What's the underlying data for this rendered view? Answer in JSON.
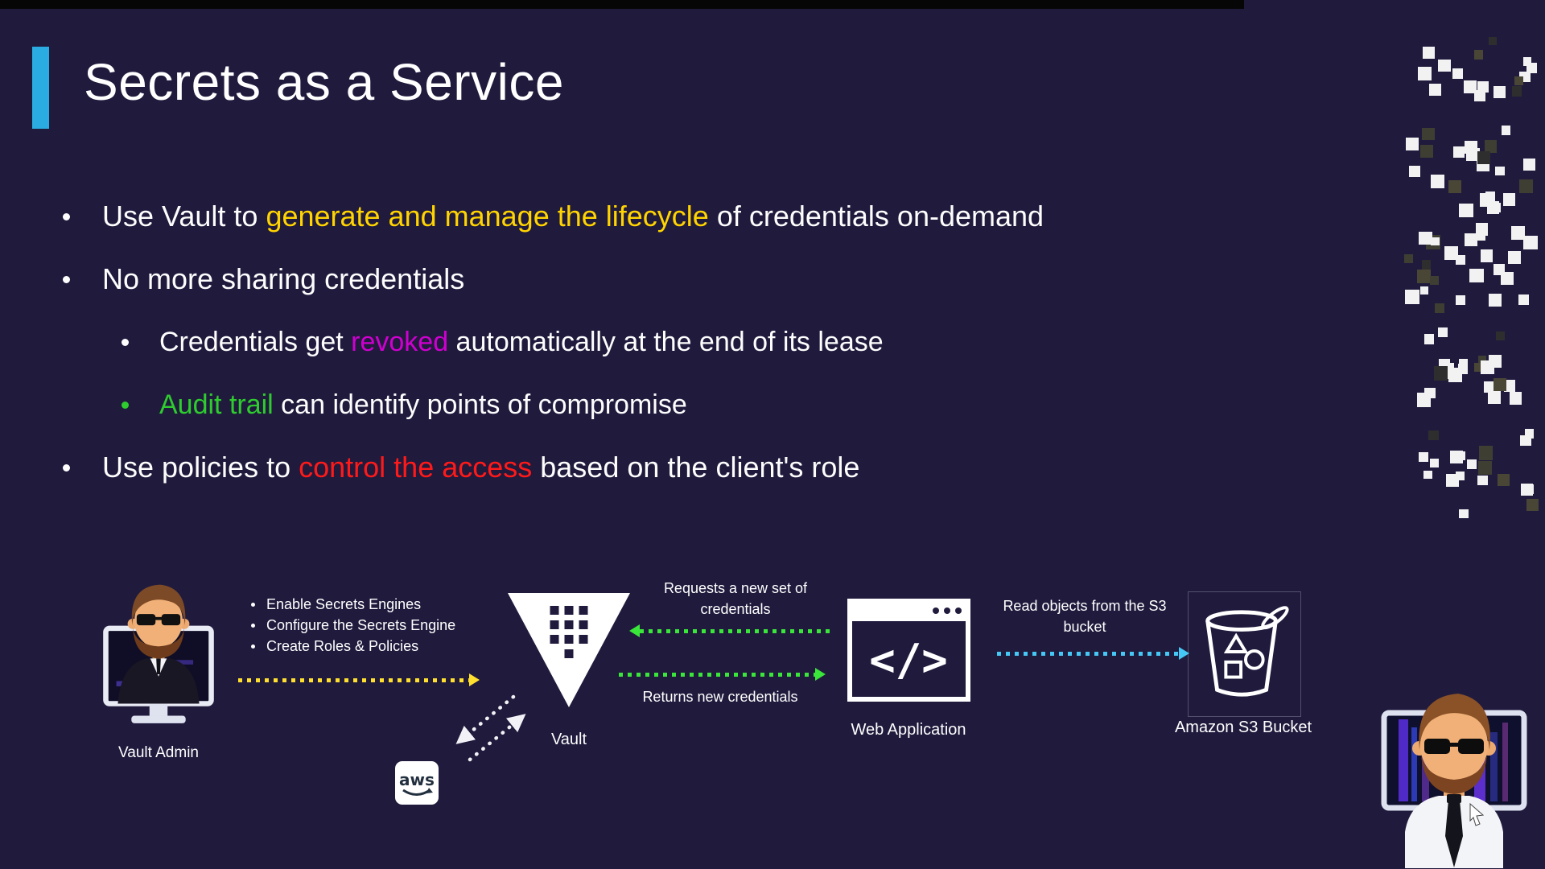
{
  "slide": {
    "title": "Secrets as a Service",
    "bullets": [
      {
        "level": 1,
        "marker_color": "#ffffff",
        "segments": [
          {
            "text": "Use Vault to "
          },
          {
            "text": "generate and manage the lifecycle",
            "color": "#ffd400"
          },
          {
            "text": " of credentials on-demand"
          }
        ]
      },
      {
        "level": 1,
        "marker_color": "#ffffff",
        "segments": [
          {
            "text": "No more sharing credentials"
          }
        ]
      },
      {
        "level": 2,
        "marker_color": "#ffffff",
        "segments": [
          {
            "text": "Credentials get "
          },
          {
            "text": "revoked",
            "color": "#cf00cf"
          },
          {
            "text": " automatically at the end of its lease"
          }
        ]
      },
      {
        "level": 2,
        "marker_color": "#2ecc2e",
        "segments": [
          {
            "text": "Audit trail",
            "color": "#2ecc2e"
          },
          {
            "text": " can identify points of compromise"
          }
        ]
      },
      {
        "level": 1,
        "marker_color": "#ffffff",
        "segments": [
          {
            "text": "Use policies to "
          },
          {
            "text": "control the access",
            "color": "#ff1a1a"
          },
          {
            "text": " based on the client's role"
          }
        ]
      }
    ]
  },
  "diagram": {
    "vault_admin": {
      "label": "Vault Admin",
      "icon": "admin-avatar-icon"
    },
    "admin_tasks": [
      "Enable Secrets Engines",
      "Configure the Secrets Engine",
      "Create Roles & Policies"
    ],
    "vault": {
      "label": "Vault",
      "icon": "vault-logo-icon"
    },
    "aws": {
      "label": "aws",
      "icon": "aws-logo-icon"
    },
    "web_app": {
      "label": "Web Application",
      "glyph": "</>",
      "icon": "browser-code-icon"
    },
    "s3": {
      "label": "Amazon S3 Bucket",
      "icon": "s3-bucket-icon"
    },
    "edges": {
      "admin_to_vault": {
        "label": "",
        "style": "dotted-yellow"
      },
      "webapp_requests": {
        "label": "Requests a new set of credentials",
        "style": "dotted-green-left"
      },
      "vault_returns": {
        "label": "Returns new credentials",
        "style": "dotted-green-right"
      },
      "webapp_reads": {
        "label": "Read objects from the S3 bucket",
        "style": "dotted-cyan-right"
      },
      "vault_aws": {
        "label": "",
        "style": "dotted-white-bidirectional"
      }
    },
    "presenter": {
      "icon": "presenter-avatar"
    }
  },
  "colors": {
    "background": "#201a3d",
    "accent_bar": "#2aace2",
    "arrow_yellow": "#ffe02e",
    "arrow_green": "#39e639",
    "arrow_cyan": "#45c8f5"
  }
}
